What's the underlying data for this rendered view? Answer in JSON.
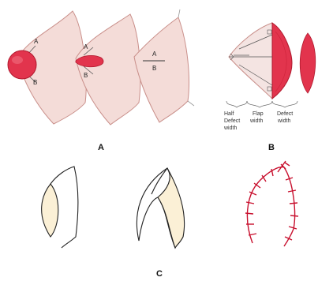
{
  "panels": {
    "a": "A",
    "b": "B",
    "c": "C"
  },
  "panel_a": {
    "fig1": {
      "top": "A",
      "bottom": "B"
    },
    "fig2": {
      "top": "A",
      "bottom": "B"
    },
    "fig3": {
      "top": "A",
      "bottom": "B"
    }
  },
  "panel_b": {
    "half_defect_width": [
      "Half",
      "Defect",
      "width"
    ],
    "flap_width": [
      "Flap",
      "width"
    ],
    "defect_width": [
      "Defect",
      "width"
    ]
  },
  "colors": {
    "skin": "#f4dcd8",
    "skin_edge": "#c98f8a",
    "defect": "#e2344d",
    "defect_dark": "#c81f36",
    "flap": "#fbf0d6",
    "suture": "#c8102e",
    "outline": "#222222"
  }
}
